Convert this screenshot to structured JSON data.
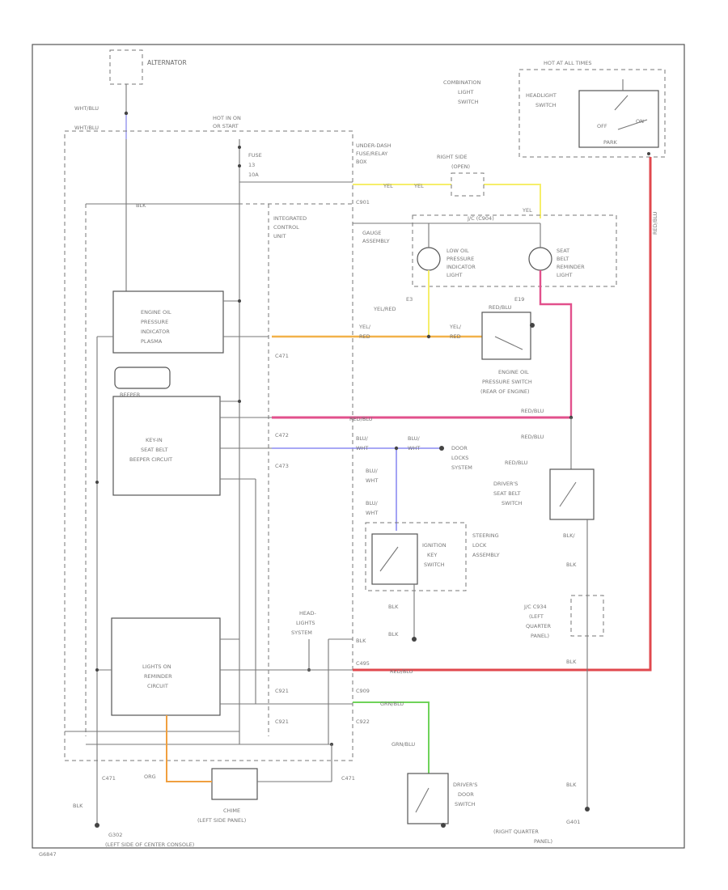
{
  "labels": {
    "alternator": "ALTERNATOR",
    "wht_blu_top": "WHT/BLU",
    "wht_blu_2": "WHT/BLU",
    "hot_in_on": "HOT IN ON",
    "or_start": "OR START",
    "fuse": "FUSE",
    "fuse_num": "13",
    "fuse_amp": "10A",
    "underdash_1": "UNDER-DASH",
    "underdash_2": "FUSE/RELAY",
    "underdash_3": "BOX",
    "right_side": "RIGHT SIDE",
    "open": "(OPEN)",
    "c901": "C901",
    "yel_1": "YEL",
    "yel_2": "YEL",
    "yel_3": "YEL",
    "hot_all": "HOT AT ALL TIMES",
    "combo_1": "COMBINATION",
    "combo_2": "LIGHT",
    "combo_3": "SWITCH",
    "headlight_sw": "HEADLIGHT",
    "headlight_sw2": "SWITCH",
    "off": "OFF",
    "on": "ON",
    "park": "PARK",
    "red_blu_v": "RED/BLU",
    "integrated_1": "INTEGRATED",
    "integrated_2": "CONTROL",
    "integrated_3": "UNIT",
    "jc_a": "J/C (C904)",
    "gauge_1": "GAUGE",
    "gauge_2": "ASSEMBLY",
    "low_oil_1": "LOW OIL",
    "low_oil_2": "PRESSURE",
    "low_oil_3": "INDICATOR",
    "low_oil_4": "LIGHT",
    "seat_belt_1": "SEAT",
    "seat_belt_2": "BELT",
    "seat_belt_3": "REMINDER",
    "seat_belt_4": "LIGHT",
    "eop_ind_1": "ENGINE OIL",
    "eop_ind_2": "PRESSURE",
    "eop_ind_3": "INDICATOR",
    "eop_ind_4": "PLASMA",
    "yel_red_1": "YEL/RED",
    "yel_red_2": "YEL/",
    "yel_red_3": "RED",
    "yel_red_4": "YEL/",
    "yel_red_5": "RED",
    "red_blu_sm": "RED/BLU",
    "e19": "E19",
    "e3": "E3",
    "c471": "C471",
    "eop_sw_1": "ENGINE OIL",
    "eop_sw_2": "PRESSURE SWITCH",
    "eop_sw_3": "(REAR OF ENGINE)",
    "beeper": "BEEPER",
    "keyin_1": "KEY-IN",
    "keyin_2": "SEAT BELT",
    "keyin_3": "BEEPER CIRCUIT",
    "red_blu_long": "RED/BLU",
    "red_blu_r1": "RED/BLU",
    "red_blu_r2": "RED/BLU",
    "red_blu_r3": "RED/BLU",
    "c472": "C472",
    "c473": "C473",
    "blu_wht_1": "BLU/",
    "blu_wht_2": "WHT",
    "blu_wht_3": "BLU/",
    "blu_wht_4": "WHT",
    "door_locks_1": "DOOR",
    "door_locks_2": "LOCKS",
    "door_locks_3": "SYSTEM",
    "blu_wht_5": "BLU/",
    "blu_wht_6": "WHT",
    "blu_wht_7": "BLU/",
    "blu_wht_8": "WHT",
    "driver_sb_1": "DRIVER'S",
    "driver_sb_2": "SEAT BELT",
    "driver_sb_3": "SWITCH",
    "steering_1": "STEERING",
    "steering_2": "LOCK",
    "steering_3": "ASSEMBLY",
    "ign_1": "IGNITION",
    "ign_2": "KEY",
    "ign_3": "SWITCH",
    "blk_1": "BLK/",
    "blk_2": "BLK",
    "blk_3": "BLK",
    "blk_4": "BLK",
    "blk_5": "BLK",
    "blk_6": "BLK",
    "jc_c": "J/C C934",
    "left_q_1": "(LEFT",
    "left_q_2": "QUARTER",
    "left_q_3": "PANEL)",
    "head_lights_1": "HEAD-",
    "head_lights_2": "LIGHTS",
    "head_lights_3": "SYSTEM",
    "blk_blu": "BLK",
    "lights_on_1": "LIGHTS ON",
    "lights_on_2": "REMINDER",
    "lights_on_3": "CIRCUIT",
    "c495": "C495",
    "red_blu_bot": "RED/BLU",
    "c921": "C921",
    "c909": "C909",
    "grn_blu": "GRN/BLU",
    "c921b": "C921",
    "c922": "C922",
    "grn_blu_2": "GRN/BLU",
    "chime_1": "CHIME",
    "chime_2": "(LEFT SIDE PANEL)",
    "org": "ORG",
    "c471b": "C471",
    "c471c": "C471",
    "blk_bot": "BLK",
    "driver_door_1": "DRIVER'S",
    "driver_door_2": "DOOR",
    "driver_door_3": "SWITCH",
    "g302": "G302",
    "g302_1": "(LEFT SIDE OF CENTER CONSOLE)",
    "g401": "G401",
    "g401_1": "(RIGHT QUARTER",
    "g401_2": "PANEL)",
    "footer": "G6847"
  },
  "colors": {
    "yellow": "#f6ee6a",
    "orange": "#f2b24a",
    "pink": "#e2508c",
    "red": "#e0484e",
    "blue": "#8c8cf2",
    "green": "#6fd35a",
    "orange2": "#f0a040"
  }
}
